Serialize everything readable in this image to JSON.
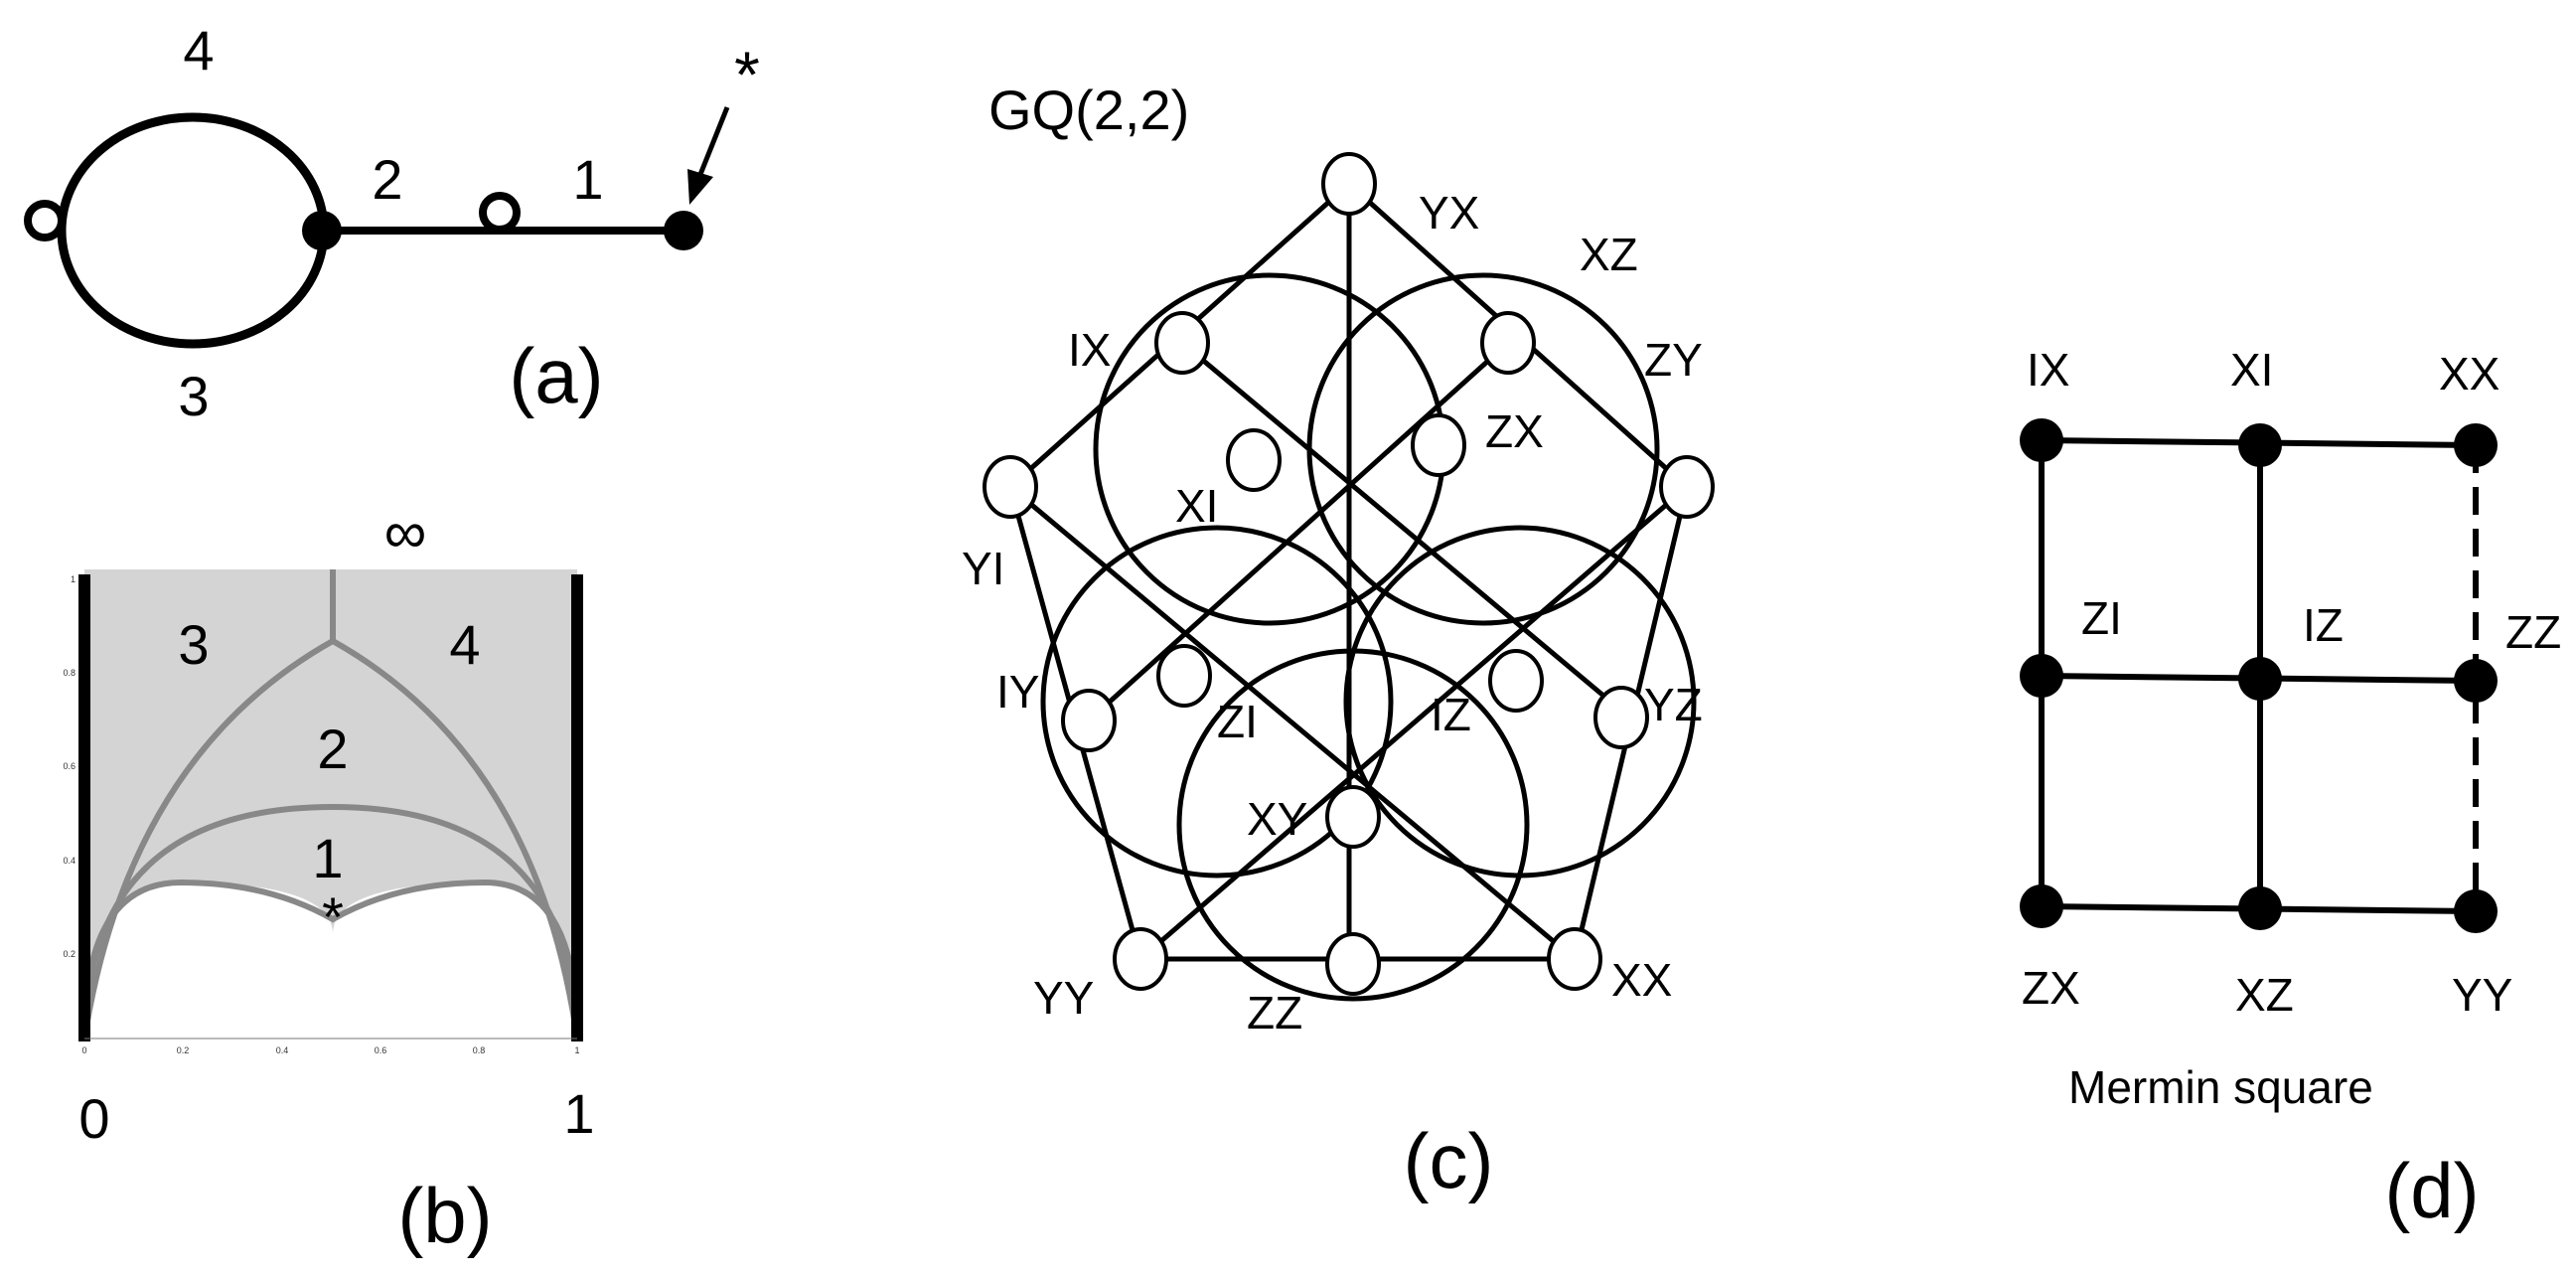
{
  "panel_a": {
    "edge_labels": [
      "4",
      "3",
      "2",
      "1"
    ],
    "star": "*",
    "caption": "(a)"
  },
  "panel_b": {
    "infinity": "∞",
    "region_labels": [
      "3",
      "4",
      "2",
      "1"
    ],
    "star": "*",
    "x_end_labels": [
      "0",
      "1"
    ],
    "x_ticks": [
      "0",
      "0.2",
      "0.4",
      "0.6",
      "0.8",
      "1"
    ],
    "y_ticks": [
      "1",
      "0.8",
      "0.6",
      "0.4",
      "0.2"
    ],
    "caption": "(b)"
  },
  "panel_c": {
    "title": "GQ(2,2)",
    "outer_labels": [
      "YX",
      "XZ",
      "ZY",
      "IX",
      "YI",
      "IY",
      "YZ",
      "YY",
      "ZZ",
      "XX"
    ],
    "inner_labels": [
      "XI",
      "ZX",
      "ZI",
      "IZ",
      "XY"
    ],
    "caption": "(c)"
  },
  "panel_d": {
    "top_labels": [
      "IX",
      "XI",
      "XX"
    ],
    "middle_labels": [
      "ZI",
      "IZ",
      "ZZ"
    ],
    "bottom_labels": [
      "ZX",
      "XZ",
      "YY"
    ],
    "name": "Mermin square",
    "caption": "(d)"
  }
}
